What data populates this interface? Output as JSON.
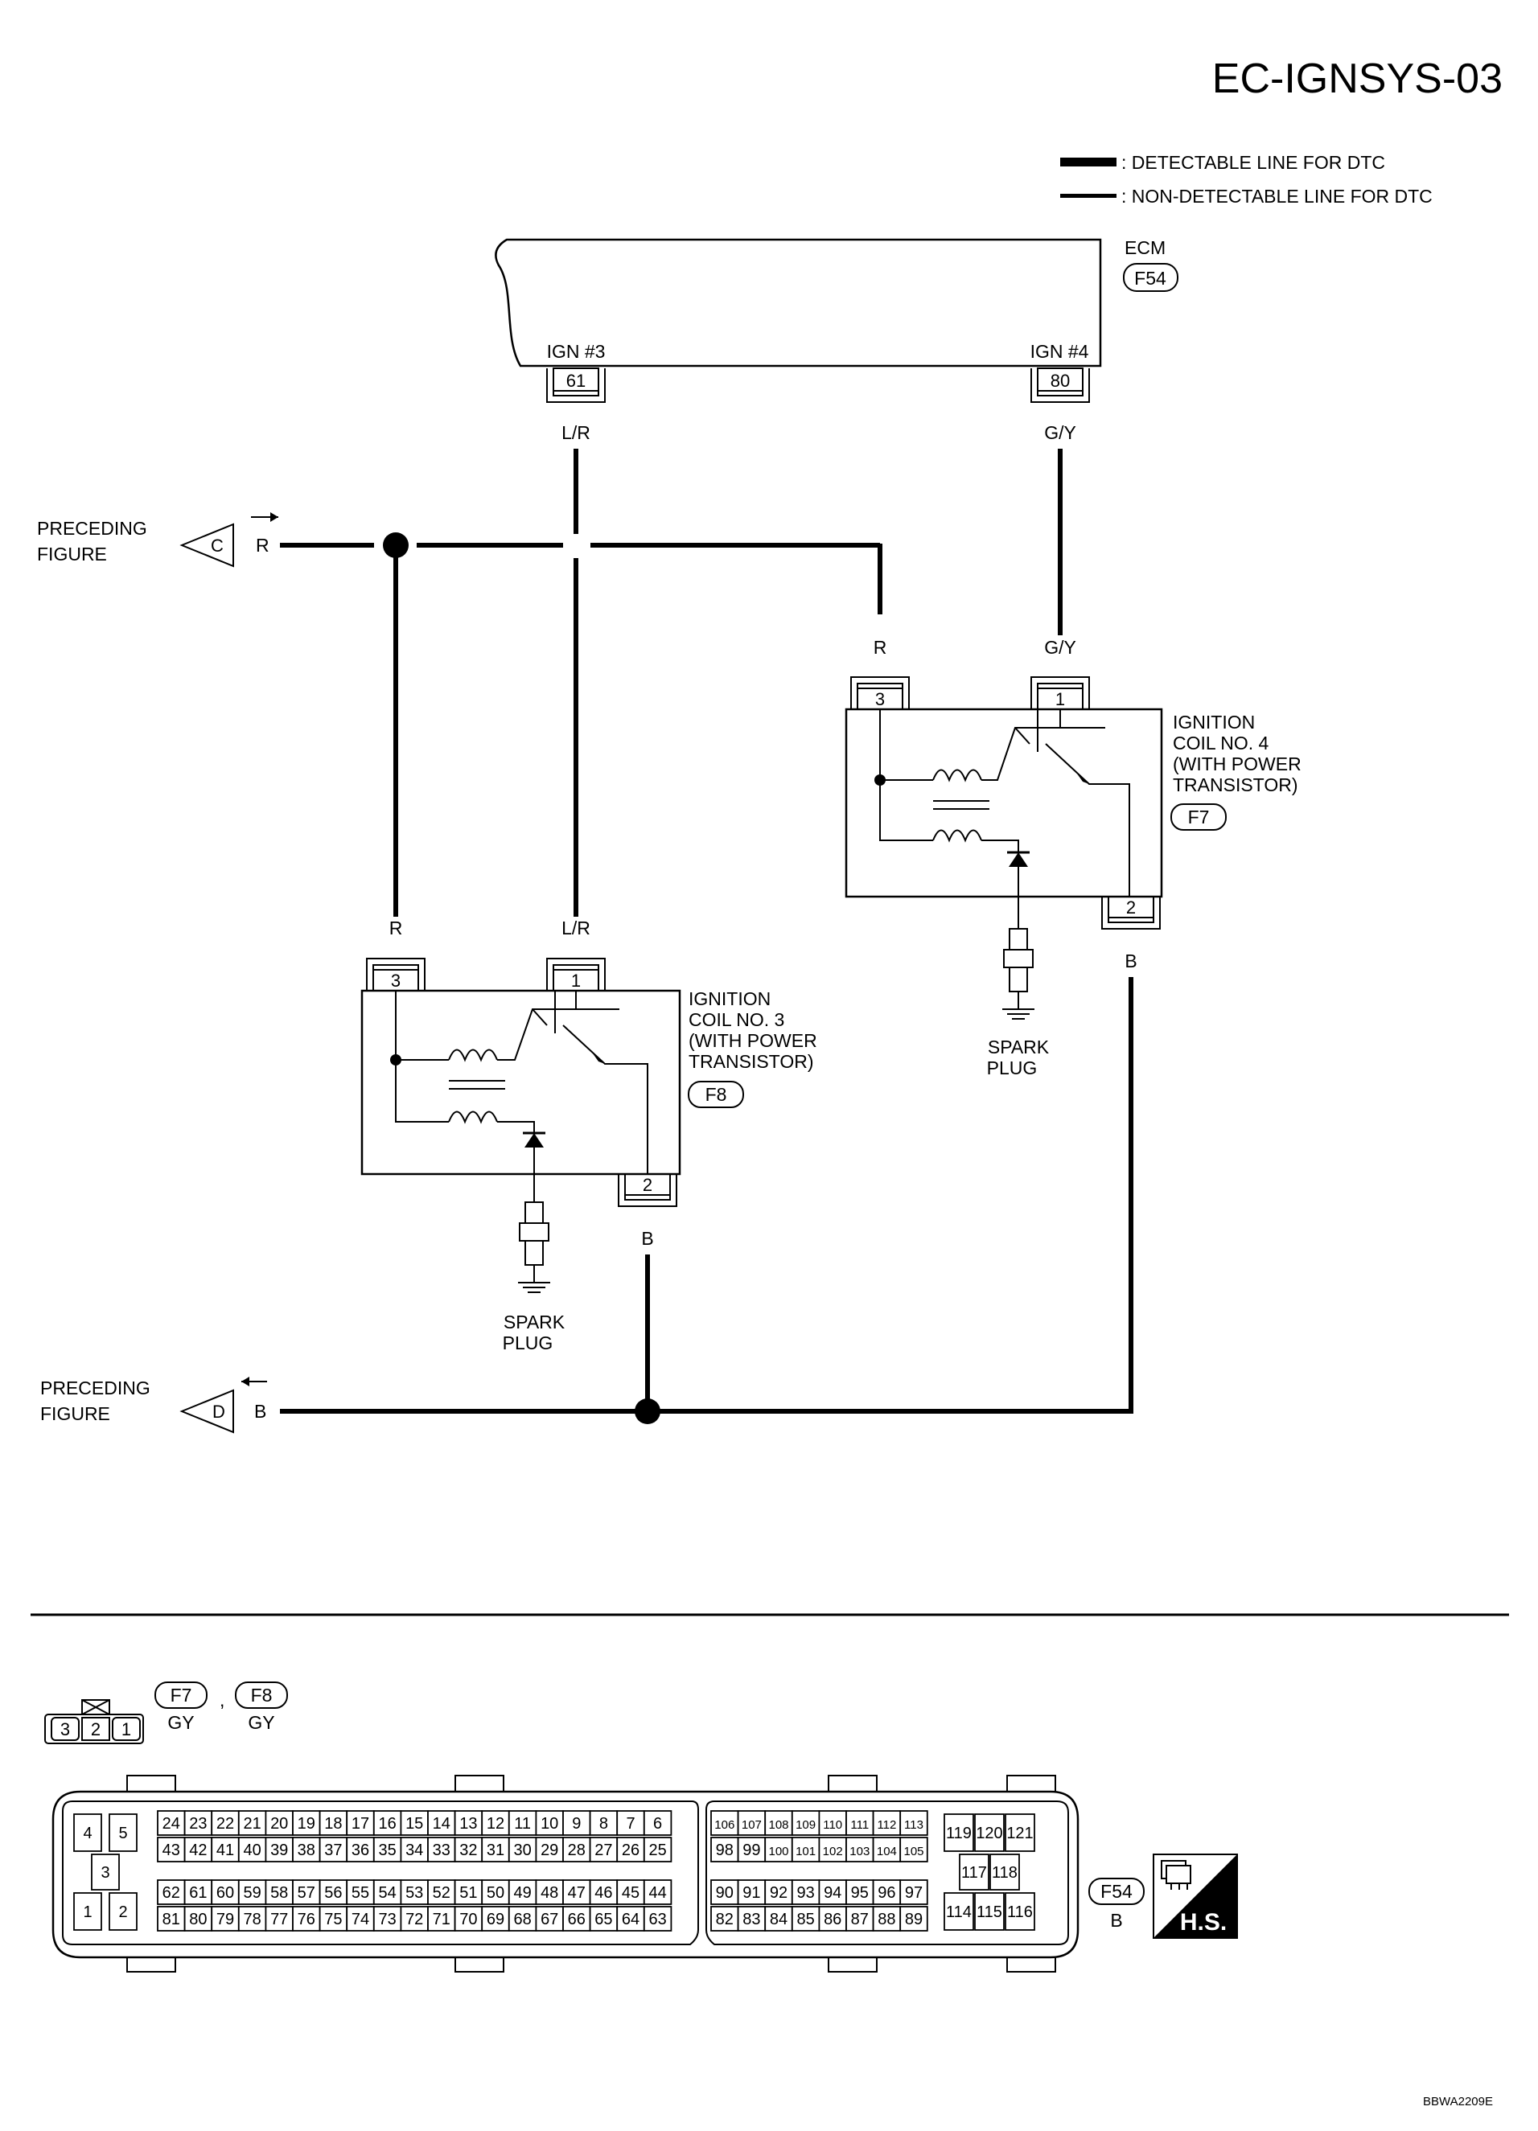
{
  "title": "EC-IGNSYS-03",
  "legend": {
    "detectable": ": DETECTABLE LINE FOR DTC",
    "non_detectable": ": NON-DETECTABLE LINE FOR DTC"
  },
  "ecm": {
    "label": "ECM",
    "connector": "F54",
    "pins": [
      {
        "name": "IGN #3",
        "number": "61",
        "wire": "L/R"
      },
      {
        "name": "IGN #4",
        "number": "80",
        "wire": "G/Y"
      }
    ]
  },
  "refs": {
    "top": {
      "text": "PRECEDING\nFIGURE",
      "line1": "PRECEDING",
      "line2": "FIGURE",
      "letter": "C",
      "wire": "R"
    },
    "bottom": {
      "text": "PRECEDING\nFIGURE",
      "line1": "PRECEDING",
      "line2": "FIGURE",
      "letter": "D",
      "wire": "B"
    }
  },
  "coil3": {
    "lines": [
      "IGNITION",
      "COIL NO. 3",
      "(WITH POWER",
      "TRANSISTOR)"
    ],
    "connector": "F8",
    "pins": [
      {
        "number": "3",
        "wire": "R"
      },
      {
        "number": "1",
        "wire": "L/R"
      },
      {
        "number": "2",
        "wire": "B"
      }
    ],
    "plug_lines": [
      "SPARK",
      "PLUG"
    ]
  },
  "coil4": {
    "lines": [
      "IGNITION",
      "COIL NO. 4",
      "(WITH POWER",
      "TRANSISTOR)"
    ],
    "connector": "F7",
    "pins": [
      {
        "number": "3",
        "wire": "R"
      },
      {
        "number": "1",
        "wire": "G/Y"
      },
      {
        "number": "2",
        "wire": "B"
      }
    ],
    "plug_lines": [
      "SPARK",
      "PLUG"
    ]
  },
  "small_connector": {
    "pins": [
      "3",
      "2",
      "1"
    ],
    "ids": [
      "F7",
      "F8"
    ],
    "separator": ",",
    "colors": [
      "GY",
      "GY"
    ]
  },
  "ecm_connector": {
    "id": "F54",
    "color": "B",
    "hs": "H.S.",
    "left_block": {
      "top": [
        "4",
        "5"
      ],
      "middle": [
        "3"
      ],
      "bottom": [
        "1",
        "2"
      ]
    },
    "rows_a": [
      [
        "24",
        "23",
        "22",
        "21",
        "20",
        "19",
        "18",
        "17",
        "16",
        "15",
        "14",
        "13",
        "12",
        "11",
        "10",
        "9",
        "8",
        "7",
        "6"
      ],
      [
        "43",
        "42",
        "41",
        "40",
        "39",
        "38",
        "37",
        "36",
        "35",
        "34",
        "33",
        "32",
        "31",
        "30",
        "29",
        "28",
        "27",
        "26",
        "25"
      ],
      [
        "62",
        "61",
        "60",
        "59",
        "58",
        "57",
        "56",
        "55",
        "54",
        "53",
        "52",
        "51",
        "50",
        "49",
        "48",
        "47",
        "46",
        "45",
        "44"
      ],
      [
        "81",
        "80",
        "79",
        "78",
        "77",
        "76",
        "75",
        "74",
        "73",
        "72",
        "71",
        "70",
        "69",
        "68",
        "67",
        "66",
        "65",
        "64",
        "63"
      ]
    ],
    "rows_b": [
      [
        "106",
        "107",
        "108",
        "109",
        "110",
        "111",
        "112",
        "113"
      ],
      [
        "98",
        "99",
        "100",
        "101",
        "102",
        "103",
        "104",
        "105"
      ],
      [
        "90",
        "91",
        "92",
        "93",
        "94",
        "95",
        "96",
        "97"
      ],
      [
        "82",
        "83",
        "84",
        "85",
        "86",
        "87",
        "88",
        "89"
      ]
    ],
    "right_block": {
      "top": [
        "119",
        "120",
        "121"
      ],
      "middle": [
        "117",
        "118"
      ],
      "bottom": [
        "114",
        "115",
        "116"
      ]
    }
  },
  "code": "BBWA2209E"
}
